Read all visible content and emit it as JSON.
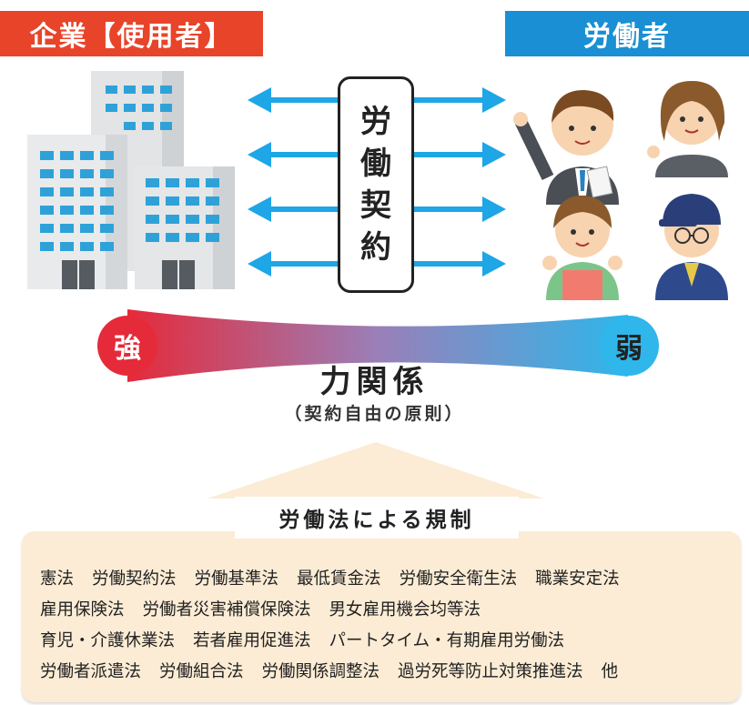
{
  "employer_label": "企業【使用者】",
  "worker_label": "労働者",
  "contract_chars": [
    "労",
    "働",
    "契",
    "約"
  ],
  "strong_label": "強",
  "weak_label": "弱",
  "power_title": "力関係",
  "power_subtitle": "（契約自由の原則）",
  "regulation_title": "労働法による規制",
  "laws": [
    [
      "憲法",
      "労働契約法",
      "労働基準法",
      "最低賃金法",
      "労働安全衛生法",
      "職業安定法"
    ],
    [
      "雇用保険法",
      "労働者災害補償保険法",
      "男女雇用機会均等法"
    ],
    [
      "育児・介護休業法",
      "若者雇用促進法",
      "パートタイム・有期雇用労働法"
    ],
    [
      "労働者派遣法",
      "労働組合法",
      "労働関係調整法",
      "過労死等防止対策推進法",
      "他"
    ]
  ],
  "colors": {
    "employer": "#e8442a",
    "worker": "#1a8fd4",
    "arrow": "#1ea6e6",
    "strong": "#e52a3a",
    "weak": "#2fb6ea",
    "law_box": "#fcecd5"
  },
  "icons": [
    "office-building-icon",
    "worker-man-icon",
    "worker-woman-icon",
    "worker-girl-icon",
    "worker-cap-man-icon"
  ]
}
